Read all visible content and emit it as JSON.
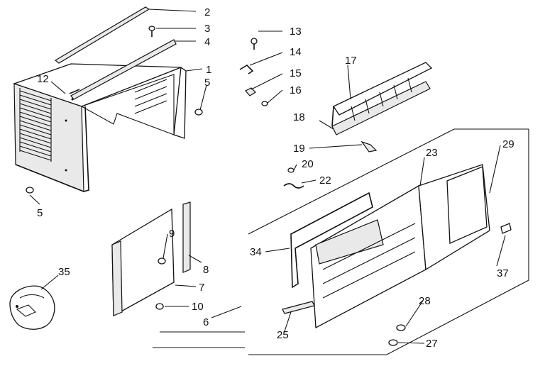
{
  "labels": {
    "1": "1",
    "2": "2",
    "3": "3",
    "4": "4",
    "5": "5",
    "6": "6",
    "7": "7",
    "8": "8",
    "9": "9",
    "10": "10",
    "12": "12",
    "13": "13",
    "14": "14",
    "15": "15",
    "16": "16",
    "17": "17",
    "18": "18",
    "19": "19",
    "20": "20",
    "22": "22",
    "23": "23",
    "25": "25",
    "27": "27",
    "28": "28",
    "29": "29",
    "34": "34",
    "35": "35",
    "37": "37"
  },
  "colors": {
    "line": "#111111",
    "background": "#ffffff"
  }
}
